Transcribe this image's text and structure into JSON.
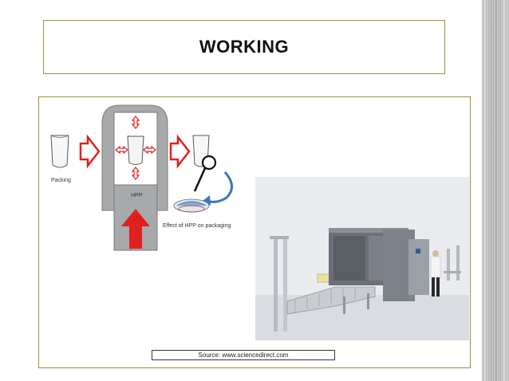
{
  "slide": {
    "title": "WORKING",
    "source": "Source: www.sciencedirect.com"
  },
  "diagram": {
    "packing_label": "Packing",
    "hpp_label": "HPP",
    "effect_label": "Effect of HPP on packaging"
  },
  "colors": {
    "frame_border": "#8a9a3a",
    "arrow_red": "#e02020",
    "vessel_gray": "#a7a9ab",
    "curve_blue": "#3a78c0"
  },
  "icons": {
    "pouch": "pouch-icon",
    "magnifier": "magnifier-icon",
    "machine": "hpp-machine-photo"
  }
}
